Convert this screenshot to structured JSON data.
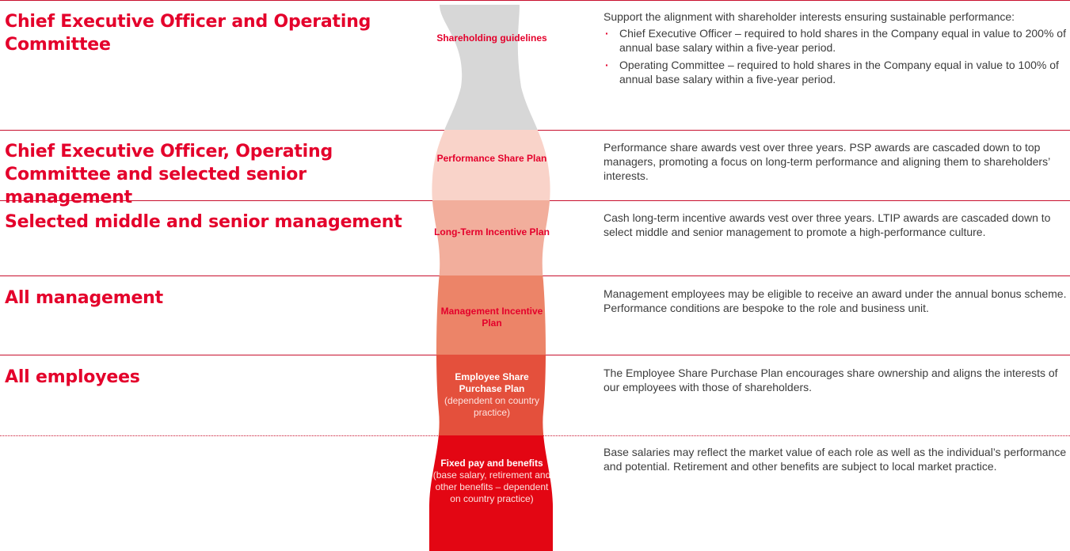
{
  "colors": {
    "accent": "#e4002b",
    "tier_fills": [
      "#d7d7d7",
      "#f9d3c9",
      "#f2ae9c",
      "#ec8468",
      "#e4503c",
      "#e30613"
    ]
  },
  "rows": [
    {
      "heading": "Chief Executive Officer and Operating Committee",
      "description": "Support the alignment with shareholder interests ensuring sustainable performance:",
      "bullets": [
        "Chief Executive Officer – required to hold shares in the Company equal in value to 200% of annual base salary within a five-year period.",
        "Operating Committee – required to hold shares in the Company equal in value to 100% of annual base salary within a five-year period."
      ]
    },
    {
      "heading": "Chief Executive Officer, Operating Committee and selected senior management",
      "description": "Performance share awards vest over three years. PSP awards are cascaded down to top managers, promoting a focus on long-term performance and aligning them to shareholders’ interests."
    },
    {
      "heading": "Selected middle and senior management",
      "description": "Cash long-term incentive awards vest over three years. LTIP awards are cascaded down to select middle and senior management to promote a high-performance culture."
    },
    {
      "heading": "All management",
      "description": "Management employees may be eligible to receive an award under the annual bonus scheme. Performance conditions are bespoke to the role and business unit."
    },
    {
      "heading": "All employees",
      "description": "The Employee Share Purchase Plan encourages share ownership and aligns the interests of our employees with those of shareholders."
    },
    {
      "heading": "",
      "description": "Base salaries may reflect the market value of each role as well as the individual’s performance and potential. Retirement and other benefits are subject to local market practice."
    }
  ],
  "tiers": [
    {
      "title": "Shareholding guidelines",
      "subtitle": ""
    },
    {
      "title": "Performance Share Plan",
      "subtitle": ""
    },
    {
      "title": "Long-Term Incentive Plan",
      "subtitle": ""
    },
    {
      "title": "Management Incentive Plan",
      "subtitle": ""
    },
    {
      "title": "Employee Share Purchase Plan",
      "subtitle": "(dependent on country practice)"
    },
    {
      "title": "Fixed pay and benefits",
      "subtitle": "(base salary, retirement and other benefits – dependent on country practice)"
    }
  ]
}
